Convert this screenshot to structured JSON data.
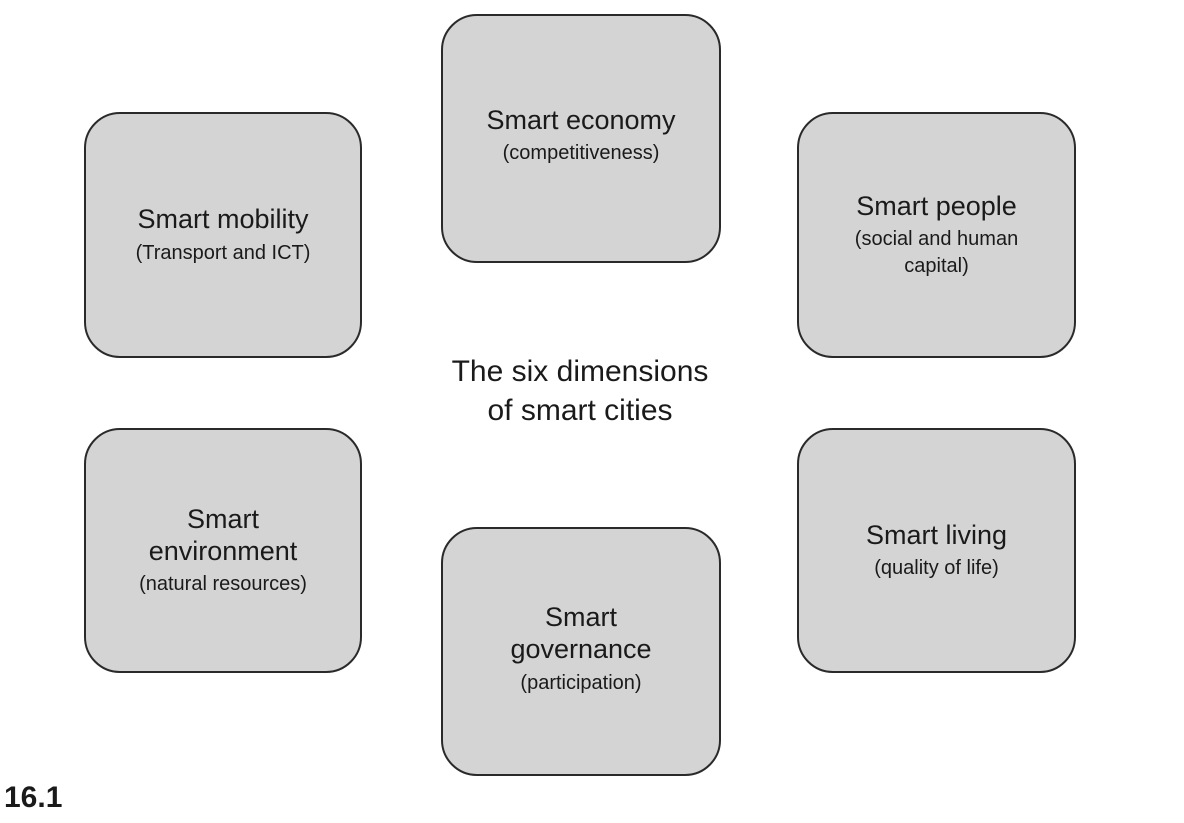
{
  "center": {
    "line1": "The six dimensions",
    "line2": "of smart cities"
  },
  "figure_number": "16.1",
  "boxes": {
    "economy": {
      "title": "Smart economy",
      "subtitle": "(competitiveness)"
    },
    "mobility": {
      "title": "Smart mobility",
      "subtitle": "(Transport and ICT)"
    },
    "people": {
      "title": "Smart people",
      "subtitle_line1": "(social and human",
      "subtitle_line2": "capital)"
    },
    "environment": {
      "title_line1": "Smart",
      "title_line2": "environment",
      "subtitle": "(natural resources)"
    },
    "living": {
      "title": "Smart living",
      "subtitle": "(quality of life)"
    },
    "governance": {
      "title_line1": "Smart",
      "title_line2": "governance",
      "subtitle": "(participation)"
    }
  },
  "colors": {
    "box_fill": "#d4d4d4",
    "box_border": "#2a2a2a",
    "text": "#1a1a1a"
  }
}
